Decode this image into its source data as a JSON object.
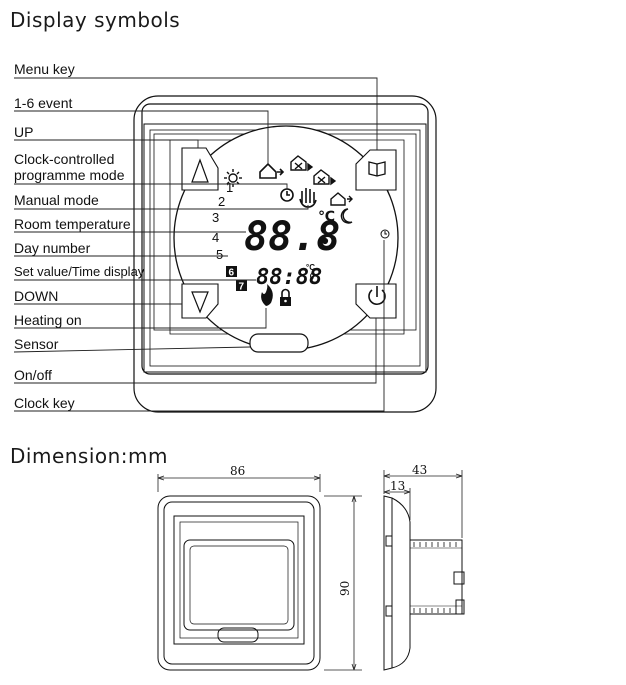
{
  "sections": {
    "display_title": "Display symbols",
    "dimension_title": "Dimension:mm"
  },
  "labels": [
    "Menu key",
    "1-6 event",
    "UP",
    "Clock-controlled",
    "programme mode",
    "Manual mode",
    "Room temperature",
    "Day number",
    "Set value/Time display",
    "DOWN",
    "Heating on",
    "Sensor",
    "On/off",
    "Clock key"
  ],
  "lcd": {
    "temperature": "88.8",
    "time": "88:88",
    "unit": "℃",
    "unit_small": "°C",
    "event_numbers": [
      "1",
      "2",
      "3",
      "4",
      "5"
    ],
    "day_numbers": [
      "6",
      "7"
    ]
  },
  "dimensions": {
    "width": "86",
    "height": "90",
    "depth": "43",
    "protrusion": "13"
  },
  "icons": [
    "sun-icon",
    "house-arrow-icon",
    "house-x-icon",
    "clock-icon",
    "hand-icon",
    "moon-icon",
    "thermometer-icon",
    "flame-icon",
    "lock-icon",
    "power-icon",
    "book-icon",
    "up-triangle-icon",
    "down-triangle-icon"
  ]
}
